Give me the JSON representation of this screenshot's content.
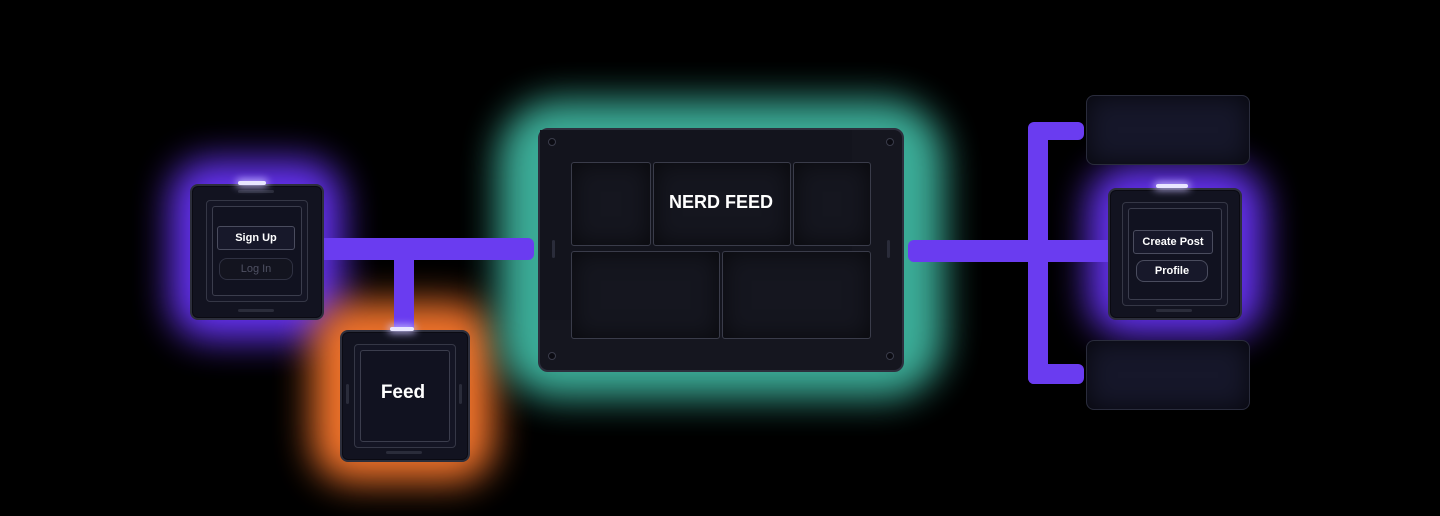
{
  "colors": {
    "background": "#000000",
    "connector": "#6a3cf0",
    "auth_glow": "#6b35ff",
    "feed_glow": "#ff7a2e",
    "main_glow": "#3fb6a0"
  },
  "auth_module": {
    "signup_label": "Sign Up",
    "login_label": "Log In"
  },
  "feed_module": {
    "label": "Feed"
  },
  "main_board": {
    "title": "NERD FEED"
  },
  "user_module": {
    "create_post_label": "Create Post",
    "profile_label": "Profile"
  }
}
